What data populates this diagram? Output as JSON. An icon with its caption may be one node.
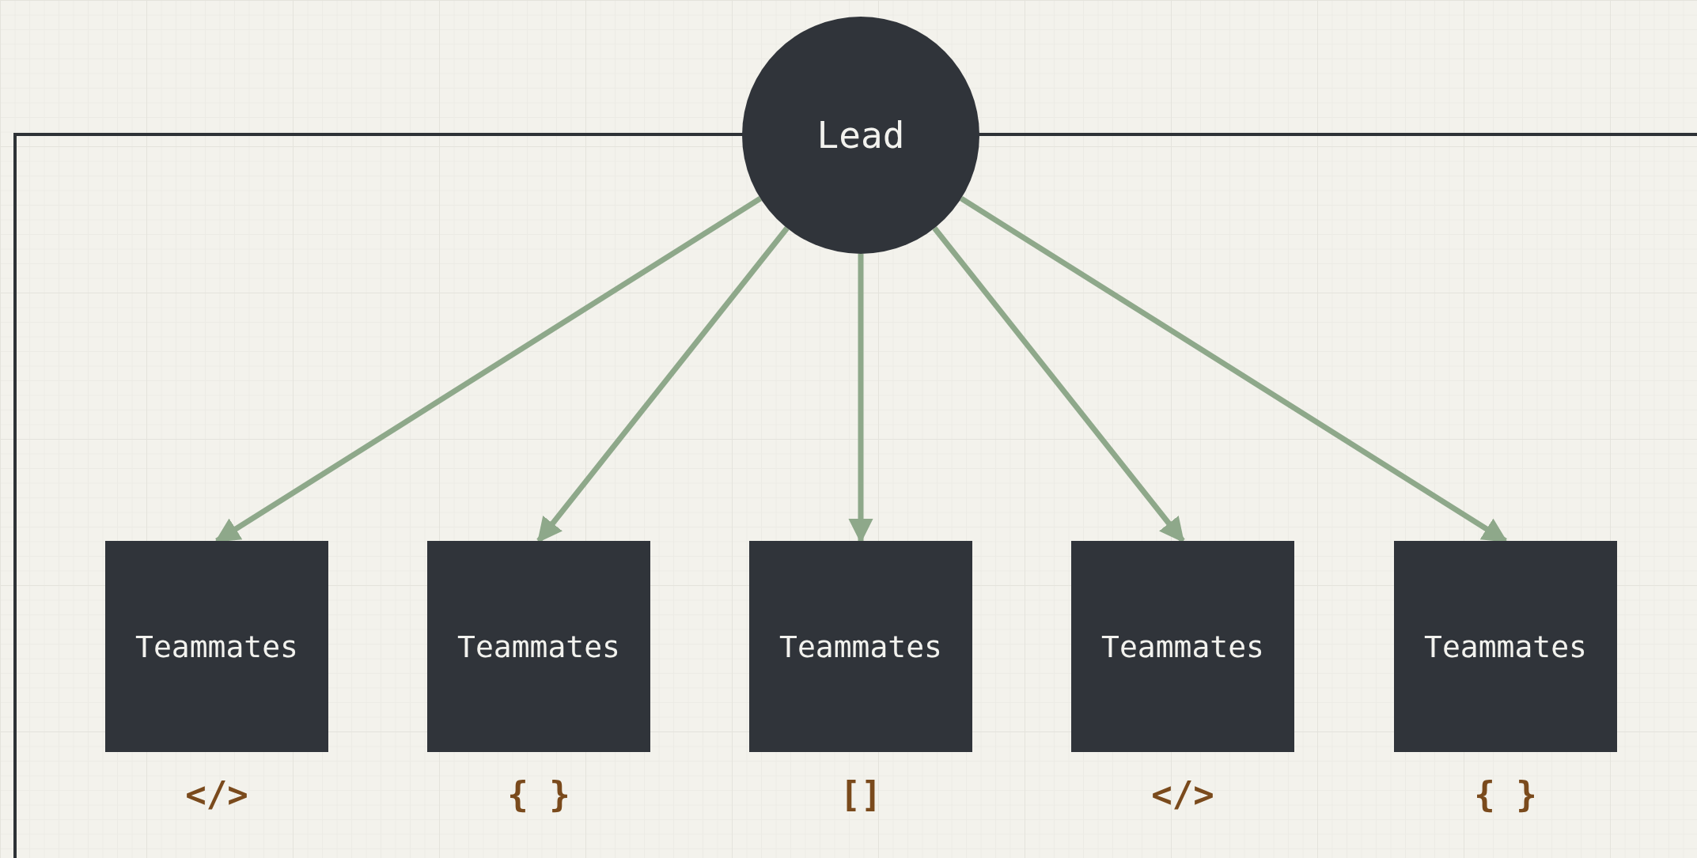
{
  "diagram": {
    "nodes": [
      {
        "text": [
          "Lead"
        ]
      },
      {
        "text": [
          "Teammates"
        ],
        "beside": [
          "</>"
        ]
      },
      {
        "text": [
          "Teammates"
        ],
        "beside": [
          "{ }"
        ]
      },
      {
        "text": [
          "Teammates"
        ],
        "beside": [
          "[]"
        ]
      },
      {
        "text": [
          "Teammates"
        ],
        "beside": [
          "</>"
        ]
      },
      {
        "text": [
          "Teammates"
        ],
        "beside": [
          "{ }"
        ]
      }
    ],
    "edges": [
      {
        "from": 0,
        "to": 1,
        "arrow": "to"
      },
      {
        "from": 0,
        "to": 2,
        "arrow": "to"
      },
      {
        "from": 0,
        "to": 3,
        "arrow": "to"
      },
      {
        "from": 0,
        "to": 4,
        "arrow": "to"
      },
      {
        "from": 0,
        "to": 5,
        "arrow": "to"
      }
    ]
  }
}
